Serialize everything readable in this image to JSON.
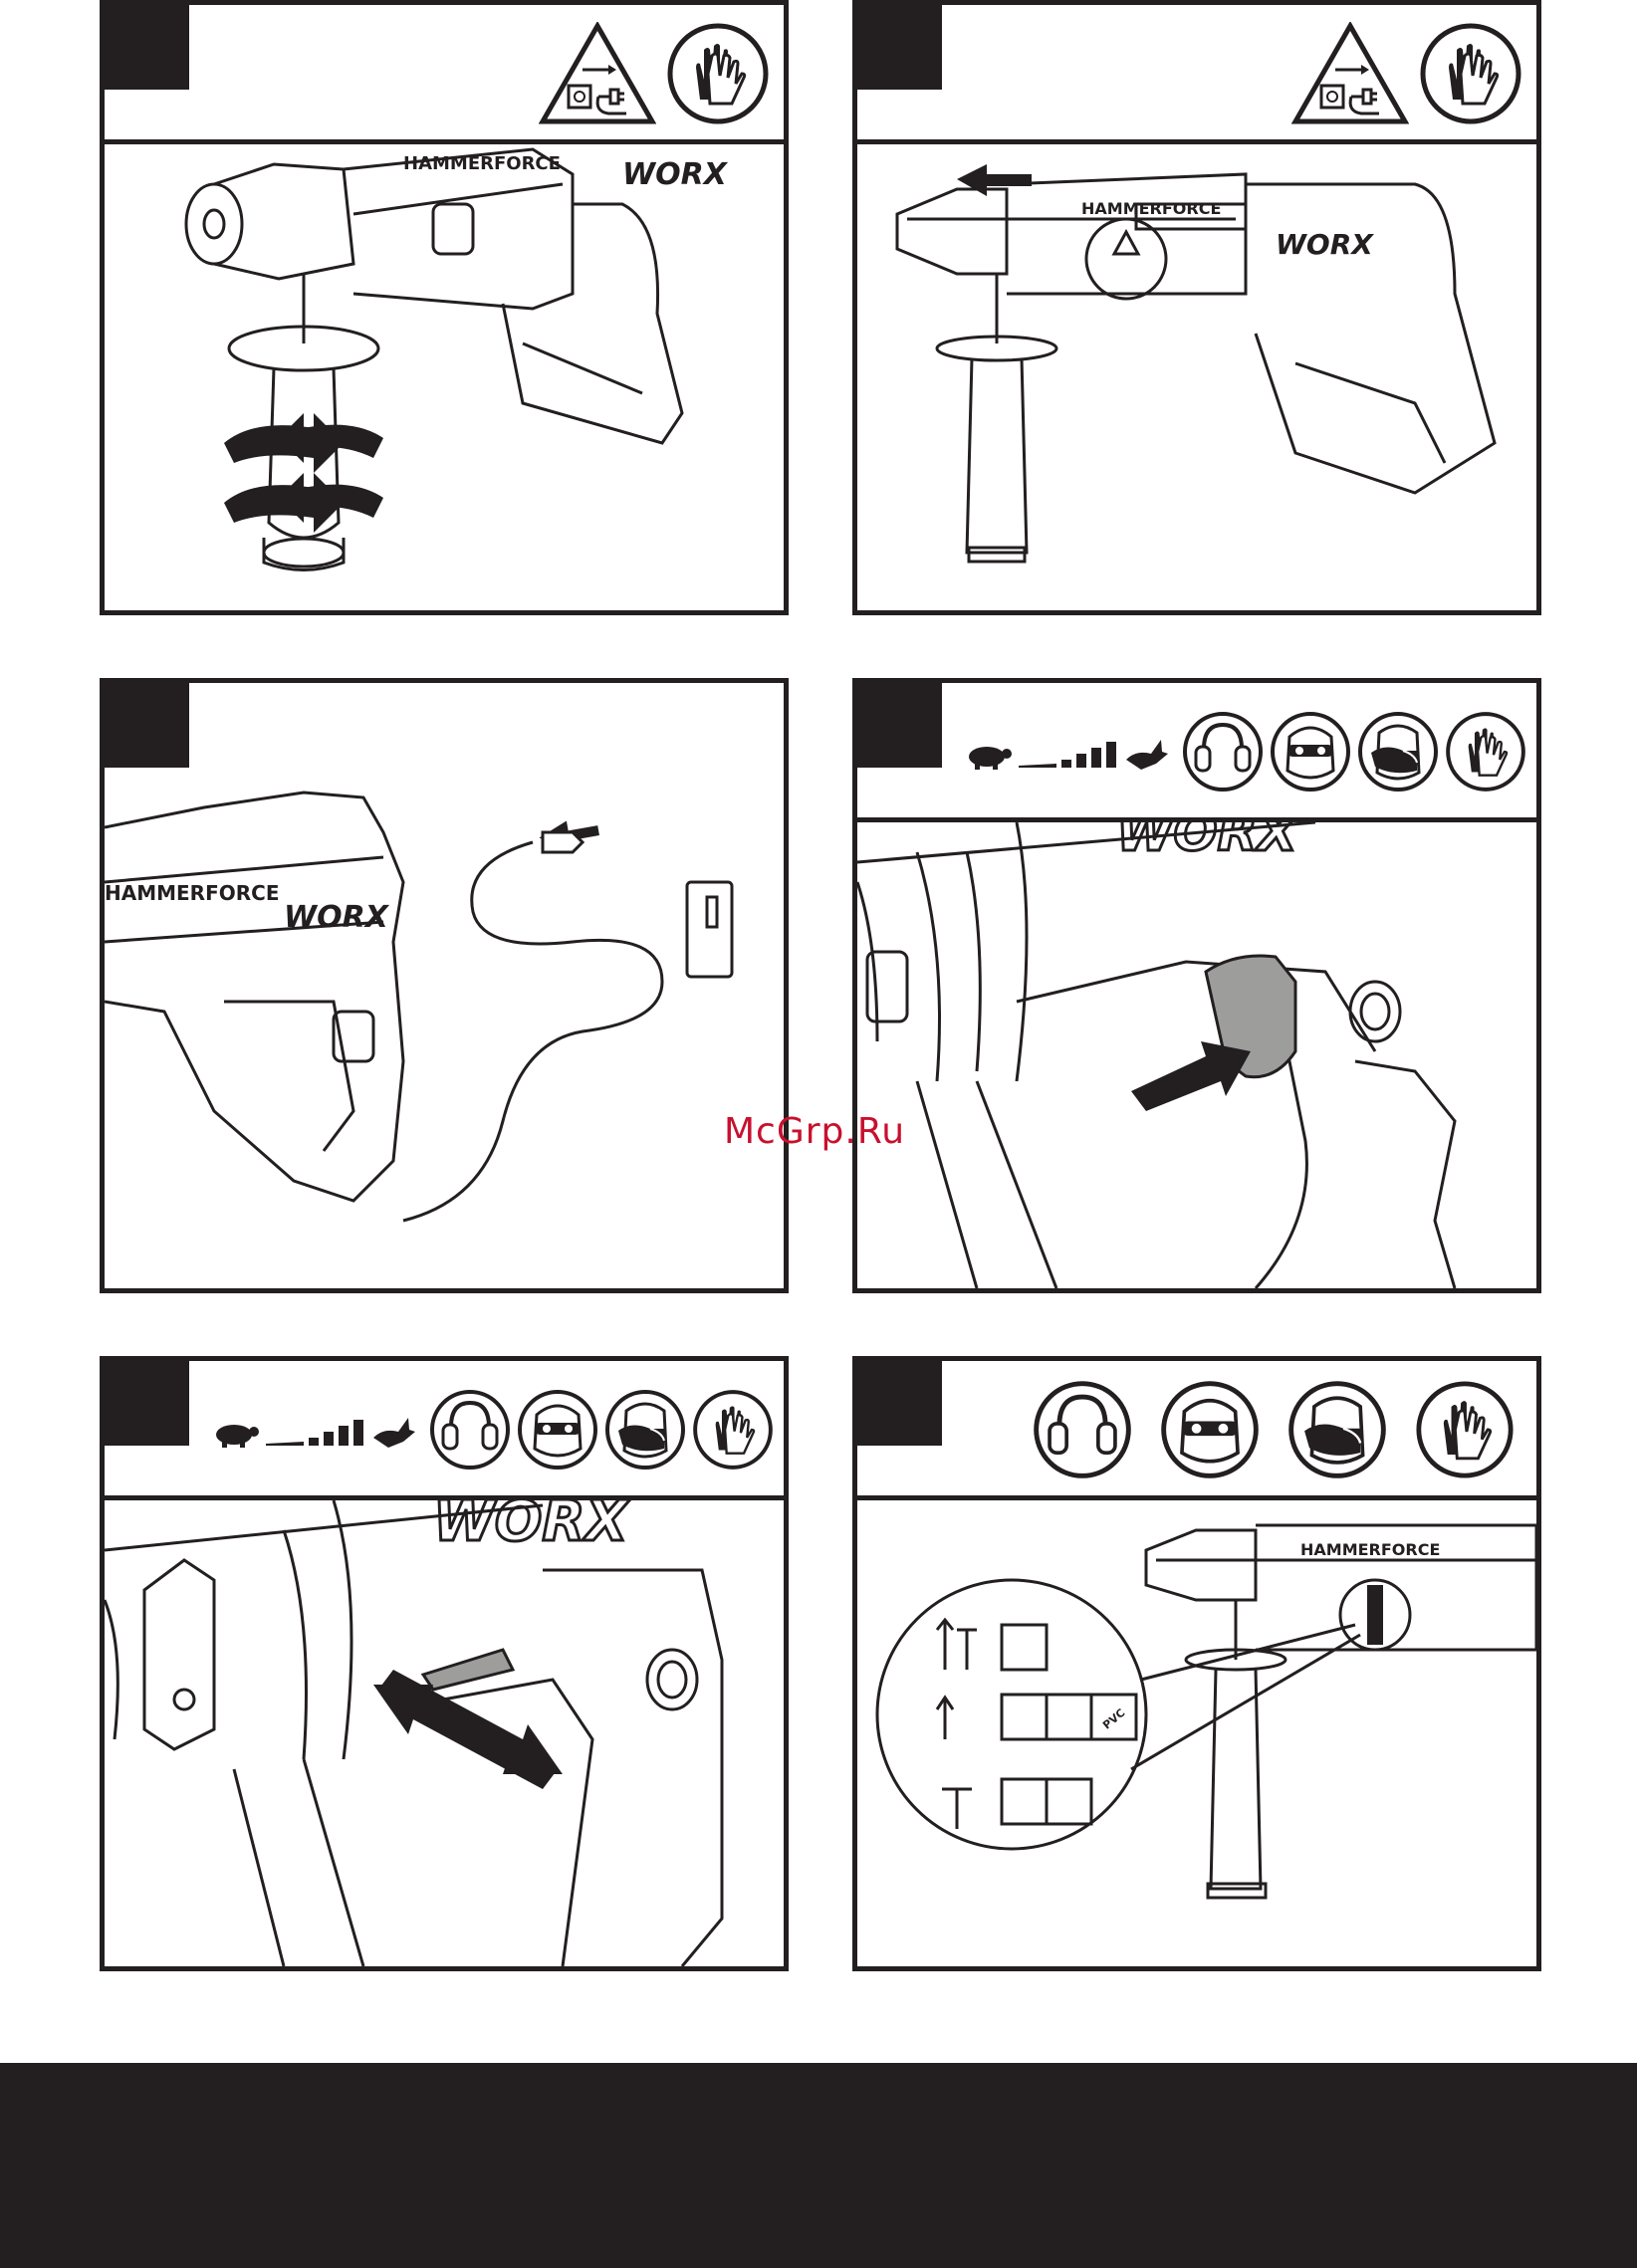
{
  "watermark": "McGrp.Ru",
  "brand": "WORX",
  "model_label": "HAMMERFORCE",
  "panels": [
    {
      "id": "attach-handle",
      "icons": [
        "unplug-warning-icon",
        "gloves-icon"
      ]
    },
    {
      "id": "depth-stop",
      "icons": [
        "unplug-warning-icon",
        "gloves-icon"
      ]
    },
    {
      "id": "plug-in",
      "icons": []
    },
    {
      "id": "trigger-speed",
      "icons": [
        "speed-slow-fast-icon",
        "ear-protection-icon",
        "eye-protection-icon",
        "dust-mask-icon",
        "gloves-icon"
      ]
    },
    {
      "id": "reverse-switch",
      "icons": [
        "speed-slow-fast-icon",
        "ear-protection-icon",
        "eye-protection-icon",
        "dust-mask-icon",
        "gloves-icon"
      ]
    },
    {
      "id": "mode-select",
      "icons": [
        "ear-protection-icon",
        "eye-protection-icon",
        "dust-mask-icon",
        "gloves-icon"
      ]
    }
  ],
  "mode_materials": {
    "pvc_label": "PVC"
  }
}
